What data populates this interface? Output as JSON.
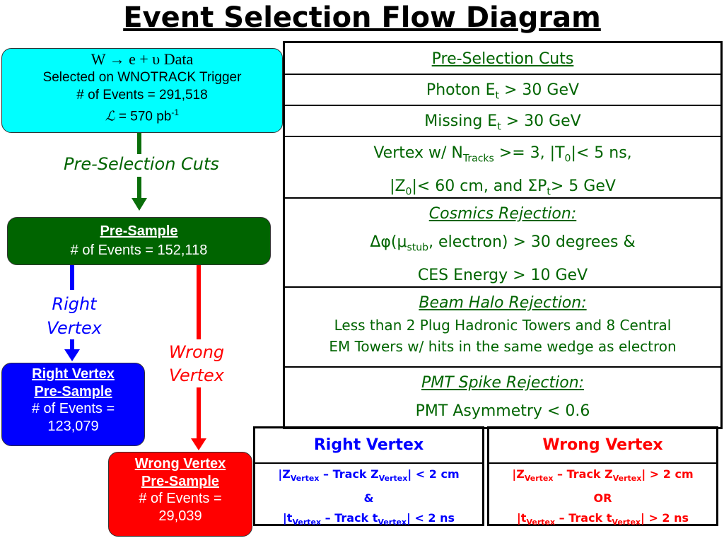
{
  "title": "Event Selection Flow Diagram",
  "data_box": {
    "formula": "W → e + υ Data",
    "trigger": "Selected on WNOTRACK Trigger",
    "events": "# of Events = 291,518",
    "lumi_symbol": "ℒ",
    "lumi_value": " = 570 pb",
    "lumi_exp": "-1"
  },
  "arrow_label_preselection": "Pre-Selection Cuts",
  "pre_sample": {
    "title": "Pre-Sample",
    "events": "# of Events = 152,118"
  },
  "arrow_label_right": [
    "Right",
    "Vertex"
  ],
  "arrow_label_wrong": [
    "Wrong",
    "Vertex"
  ],
  "right_vertex_box": {
    "title_line1": "Right Vertex",
    "title_line2": "Pre-Sample",
    "events_line1": "# of Events =",
    "events_line2": "123,079"
  },
  "wrong_vertex_box": {
    "title_line1": "Wrong Vertex",
    "title_line2": "Pre-Sample",
    "events_line1": "# of Events =",
    "events_line2": "29,039"
  },
  "cuts": {
    "header": "Pre-Selection Cuts",
    "photon": {
      "pre": "Photon E",
      "sub": "t",
      "post": " > 30 GeV"
    },
    "missing": {
      "pre": "Missing E",
      "sub": "t",
      "post": " > 30 GeV"
    },
    "vertex_l1": {
      "a": "Vertex w/ N",
      "sub1": "Tracks",
      "b": " >= 3, |T",
      "sub2": "0",
      "c": "|< 5 ns,"
    },
    "vertex_l2": {
      "a": "|Z",
      "sub1": "0",
      "b": "|< 60 cm, and ΣP",
      "sub2": "t",
      "c": "> 5 GeV"
    },
    "cosmics_title": "Cosmics Rejection:",
    "cosmics_l1": {
      "a": "Δφ(μ",
      "sub": "stub",
      "b": ", electron) > 30 degrees &"
    },
    "cosmics_l2": "CES Energy > 10 GeV",
    "halo_title": "Beam Halo Rejection:",
    "halo_l1": "Less than 2 Plug Hadronic Towers and 8 Central",
    "halo_l2": "EM Towers w/ hits in the same wedge as electron",
    "pmt_title": "PMT Spike Rejection:",
    "pmt_l1": "PMT Asymmetry < 0.6"
  },
  "right_vertex_table": {
    "header": "Right Vertex",
    "l1": {
      "a": "|Z",
      "s1": "Vertex",
      "b": " – Track Z",
      "s2": "Vertex",
      "c": "| < 2 cm"
    },
    "l2": "&",
    "l3": {
      "a": "|t",
      "s1": "Vertex",
      "b": " – Track t",
      "s2": "Vertex",
      "c": "| < 2 ns"
    }
  },
  "wrong_vertex_table": {
    "header": "Wrong Vertex",
    "l1": {
      "a": "|Z",
      "s1": "Vertex",
      "b": " – Track Z",
      "s2": "Vertex",
      "c": "| > 2 cm"
    },
    "l2": "OR",
    "l3": {
      "a": "|t",
      "s1": "Vertex",
      "b": " – Track t",
      "s2": "Vertex",
      "c": "| > 2 ns"
    }
  },
  "colors": {
    "cyan_box": "#00ffff",
    "green": "#006400",
    "blue": "#0000ff",
    "red": "#ff0000",
    "arrow_green": "#007000"
  }
}
